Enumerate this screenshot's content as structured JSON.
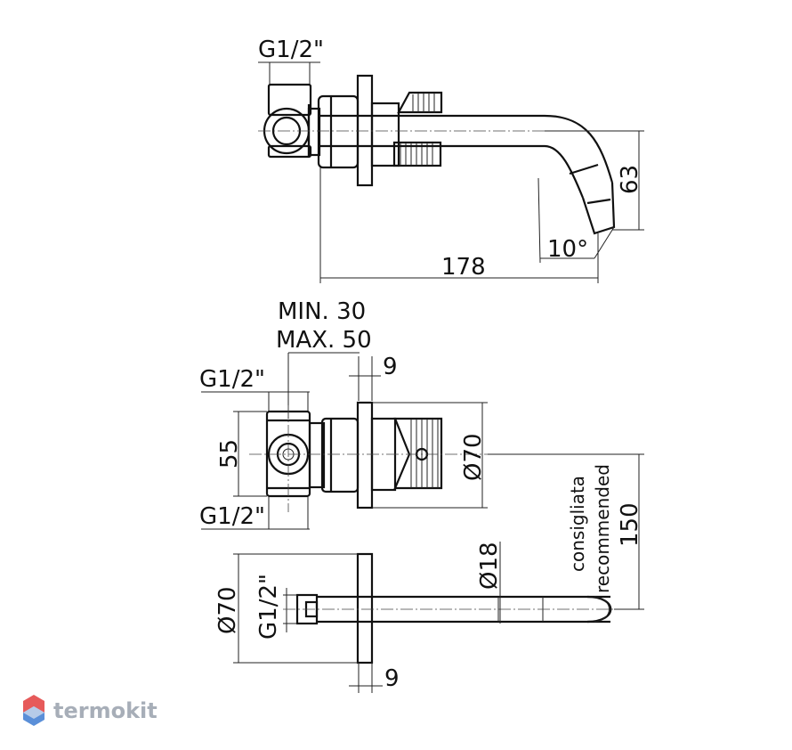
{
  "labels": {
    "top_thread": "G1/2\"",
    "depth_63": "63",
    "angle_10": "10°",
    "length_178": "178",
    "min30": "MIN. 30",
    "max50": "MAX. 50",
    "dim9_top": "9",
    "thread_mid_top": "G1/2\"",
    "dim55": "55",
    "dia70_right": "Ø70",
    "thread_mid_bottom": "G1/2\"",
    "consigliata": "consigliata",
    "recommended": "recommended",
    "dim150": "150",
    "dia18": "Ø18",
    "dia70_left": "Ø70",
    "thread_vertical": "G1/2\"",
    "dim9_bottom": "9"
  },
  "logo": {
    "text": "termokit",
    "icon": "hexagon-logo-icon"
  },
  "colors": {
    "logo_red": "#e65a5a",
    "logo_blue": "#5a8fd8",
    "logo_gray": "#a7aeb8"
  }
}
